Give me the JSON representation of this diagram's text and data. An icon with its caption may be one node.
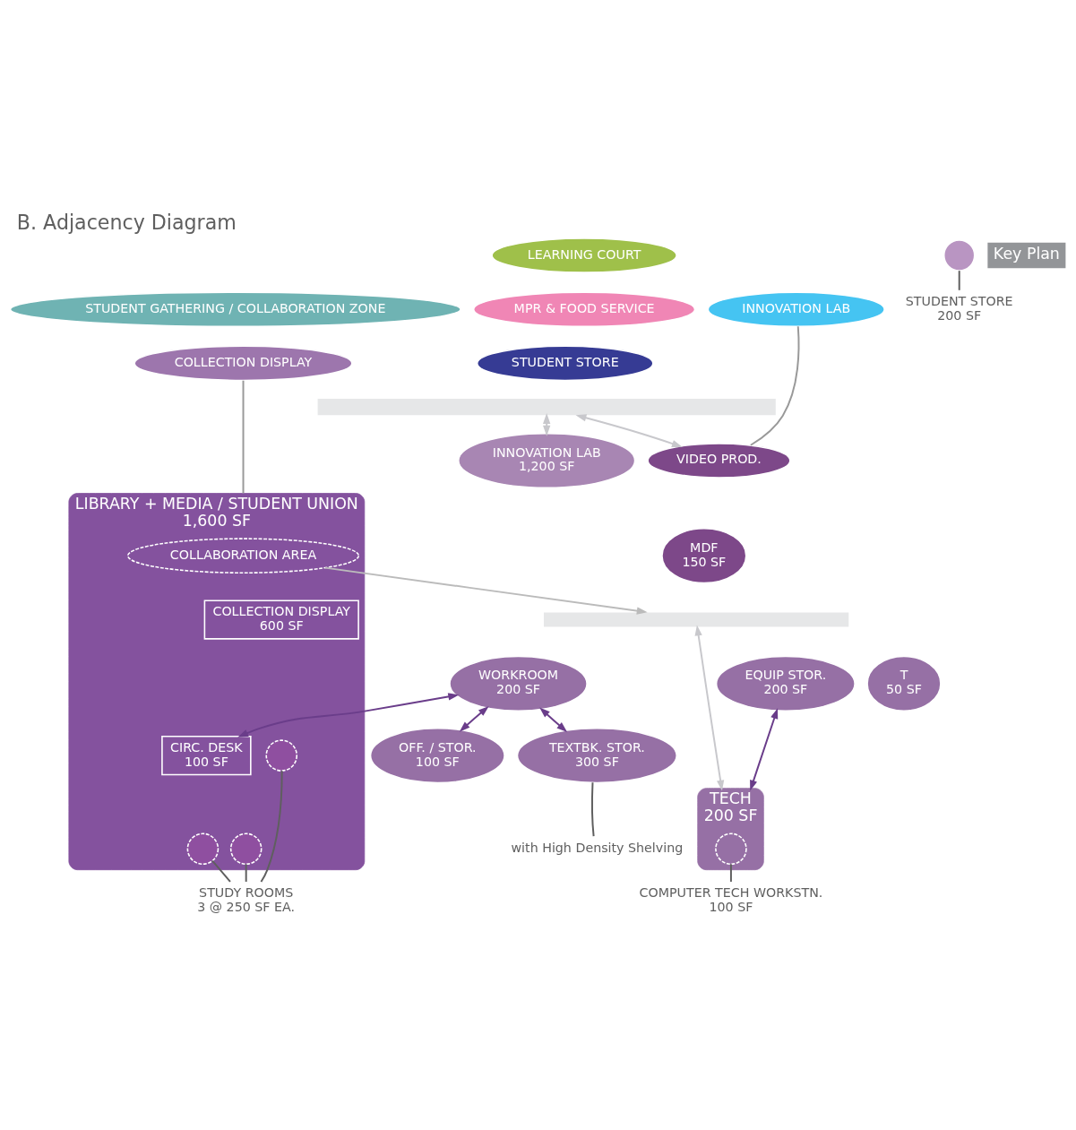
{
  "diagram": {
    "title": "B. Adjacency Diagram",
    "nodes": [
      {
        "text": [
          "LEARNING COURT"
        ]
      },
      {
        "text": [
          "INNOVATION LAB"
        ]
      },
      {
        "text": [
          "STUDENT GATHERING / COLLABORATION ZONE"
        ]
      },
      {
        "text": [
          "COLLECTION DISPLAY"
        ]
      },
      {
        "text": [
          "MPR & FOOD SERVICE"
        ]
      },
      {
        "text": [
          "STUDENT STORE"
        ]
      },
      {
        "text": [
          "VIDEO PROD."
        ]
      },
      {
        "text": [
          "INNOVATION LAB",
          "1,200 SF"
        ]
      },
      {
        "text": [
          "MDF",
          "150 SF"
        ]
      },
      {
        "text": [
          "LIBRARY + MEDIA / STUDENT UNION",
          "1,600 SF"
        ]
      },
      {
        "text": [
          "COLLABORATION AREA"
        ],
        "in": 9
      },
      {
        "text": [
          "CIRC. DESK",
          "100 SF"
        ],
        "in": 9
      },
      {
        "text": [
          "COLLECTION DISPLAY",
          "600 SF"
        ],
        "in": 9
      },
      {
        "text": [],
        "shape": "circle",
        "in": 9
      },
      {
        "text": [],
        "shape": "circle",
        "in": 9
      },
      {
        "text": [],
        "shape": "circle",
        "in": 9
      },
      {
        "text": [
          "EQUIP STOR.",
          "200 SF"
        ]
      },
      {
        "text": [
          "TECH",
          "200 SF"
        ]
      },
      {
        "text": [
          "T",
          "50 SF"
        ]
      },
      {
        "text": [
          "WORKROOM",
          "200 SF"
        ]
      },
      {
        "text": [
          "TEXTBK. STOR.",
          "300 SF"
        ]
      },
      {
        "text": [
          "OFF. / STOR.",
          "100 SF"
        ]
      },
      {
        "text": [],
        "shape": "circle",
        "in": 17
      },
      {
        "text": [
          "COMPUTER TECH WORKSTN.",
          "100 SF"
        ]
      },
      {
        "text": [
          "with High Density Shelving"
        ]
      },
      {
        "text": [
          "STUDY ROOMS",
          "3 @ 250 SF EA."
        ]
      },
      {
        "text": [],
        "shape": "circle"
      },
      {
        "text": [
          "STUDENT STORE",
          "200 SF"
        ]
      },
      {
        "text": [],
        "shape": "bar"
      },
      {
        "text": [],
        "shape": "bar"
      }
    ],
    "edges": [
      {
        "from": 1,
        "to": 6,
        "arrow": "none",
        "color": "#999999"
      },
      {
        "from": 3,
        "to": 9,
        "arrow": "none",
        "color": "#999999"
      },
      {
        "from": 28,
        "to": 6,
        "arrow": "both",
        "color": "#c8c8cc"
      },
      {
        "from": 28,
        "to": 7,
        "arrow": "both",
        "color": "#c8c8cc"
      },
      {
        "from": 29,
        "to": 17,
        "arrow": "both",
        "color": "#c8c8cc"
      },
      {
        "from": 10,
        "to": 29,
        "arrow": "to",
        "color": "#bbbbbb"
      },
      {
        "from": 16,
        "to": 17,
        "arrow": "both"
      },
      {
        "from": 19,
        "to": 11,
        "arrow": "both"
      },
      {
        "from": 19,
        "to": 20,
        "arrow": "both"
      },
      {
        "from": 19,
        "to": 21,
        "arrow": "both"
      },
      {
        "from": 23,
        "to": 22,
        "arrow": "none",
        "color": "#5f5f5f"
      },
      {
        "from": 24,
        "to": 20,
        "arrow": "none",
        "color": "#5f5f5f"
      },
      {
        "from": 25,
        "to": 13,
        "arrow": "none",
        "color": "#5f5f5f"
      },
      {
        "from": 25,
        "to": 14,
        "arrow": "none",
        "color": "#5f5f5f"
      },
      {
        "from": 25,
        "to": 15,
        "arrow": "none",
        "color": "#5f5f5f"
      },
      {
        "from": 27,
        "to": 26,
        "arrow": "none",
        "color": "#5f5f5f"
      }
    ],
    "labels": [
      "Key Plan"
    ]
  }
}
